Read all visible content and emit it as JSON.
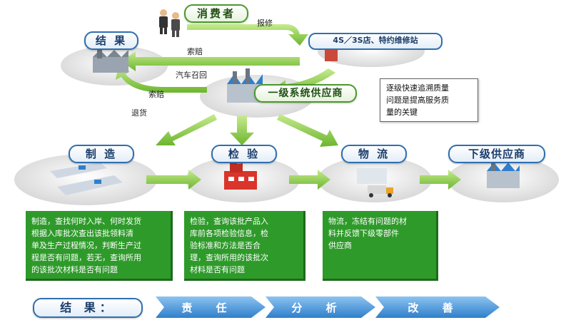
{
  "nodes": {
    "consumer": "消费者",
    "result_top": "结 果",
    "shop": "4S／3S店、特约维修站",
    "supplier_l1": "一级系统供应商",
    "manufacturing": "制 造",
    "inspection": "检 验",
    "logistics": "物 流",
    "supplier_lower": "下级供应商"
  },
  "edge_labels": {
    "repair": "报修",
    "claim_top": "索赔",
    "recall": "汽车召回",
    "claim_mid": "索赔",
    "return": "退货"
  },
  "note": [
    "逐级快速追溯质量",
    "问题是提高服务质",
    "量的关键"
  ],
  "info_boxes": {
    "manufacturing": [
      "制造，查找何时入岸、何时发货",
      "根据入库批次查出该批领料清",
      "单及生产过程情况，判断生产过",
      "程是否有问题，若无，查询所用",
      "的该批次材料是否有问题"
    ],
    "inspection": [
      "检验，查询该批产品入",
      "库前各项检验信息，检",
      "验标准和方法是否合",
      "理，查询所用的该批次",
      "材料是否有问题"
    ],
    "logistics": [
      "物流，冻结有问题的材",
      "料并反馈下级零部件",
      "供应商"
    ]
  },
  "result_row": {
    "label": "结 果：",
    "steps": [
      "责 任",
      "分 析",
      "改 善"
    ]
  },
  "colors": {
    "blue_border": "#2f6fb0",
    "green_arrow": "#7cc540",
    "green_box": "#2e9a2a",
    "result_arrow": "#3c8ed8"
  }
}
